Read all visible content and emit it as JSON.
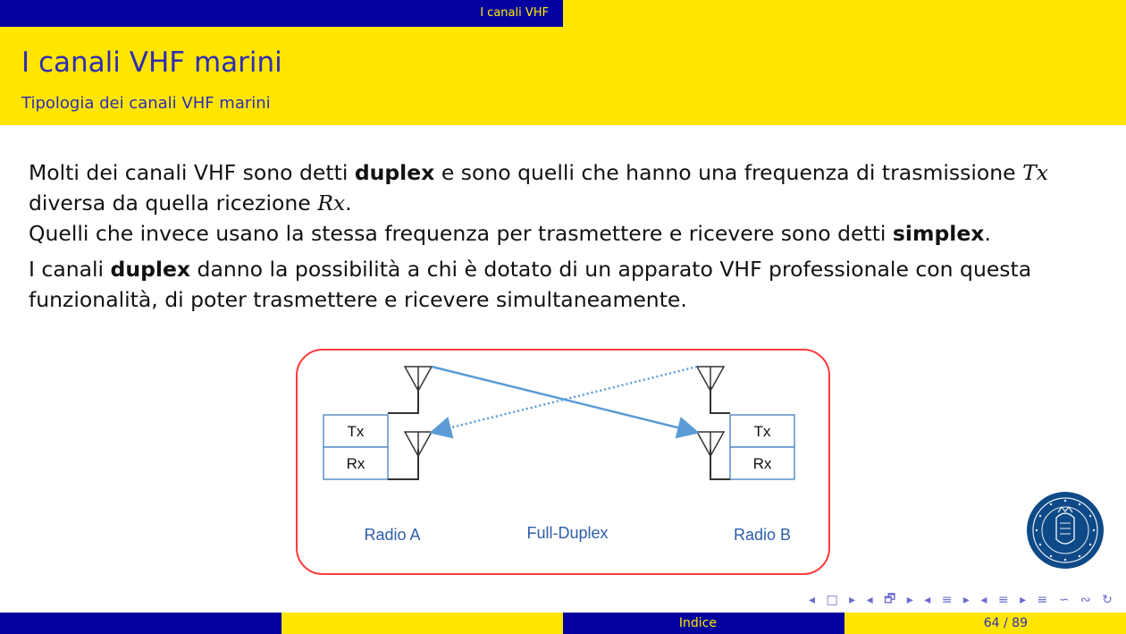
{
  "header": {
    "section": "I canali VHF"
  },
  "title": {
    "main": "I canali VHF marini",
    "sub": "Tipologia dei canali VHF marini"
  },
  "body": {
    "p1_a": "Molti dei canali VHF sono detti ",
    "p1_bold": "duplex",
    "p1_b": " e sono quelli che hanno una frequenza di trasmissione ",
    "p1_tx": "Tx",
    "p1_c": " diversa da quella ricezione ",
    "p1_rx": "Rx",
    "p1_d": ".",
    "p2_a": "Quelli che invece usano la stessa frequenza per trasmettere e ricevere sono detti ",
    "p2_bold": "simplex",
    "p2_b": ".",
    "p3_a": "I canali ",
    "p3_bold": "duplex",
    "p3_b": " danno la possibilità a chi è dotato di un apparato VHF professionale con questa funzionalità, di poter trasmettere e ricevere simultaneamente."
  },
  "diagram": {
    "radio_a": {
      "tx": "Tx",
      "rx": "Rx",
      "label": "Radio A"
    },
    "radio_b": {
      "tx": "Tx",
      "rx": "Rx",
      "label": "Radio B"
    },
    "mode_label": "Full-Duplex",
    "colors": {
      "frame": "#ff3a3a",
      "link": "#5b9bd5",
      "label": "#2e5ea8",
      "box": "#5b8fc9"
    }
  },
  "nav": {
    "symbols": [
      "◂",
      "□",
      "▸",
      "◂",
      "🗗",
      "▸",
      "◂",
      "≡",
      "▸",
      "◂",
      "≡",
      "▸",
      "≡",
      "∽",
      "∾",
      "↻"
    ]
  },
  "footer": {
    "link": "Indice",
    "page_current": "64",
    "page_total": "89",
    "page_sep": "/"
  },
  "colors": {
    "navy": "#03009f",
    "yellow": "#ffe600",
    "title_text": "#2f2db3"
  },
  "icons": {
    "seal": "university-seal-icon"
  }
}
